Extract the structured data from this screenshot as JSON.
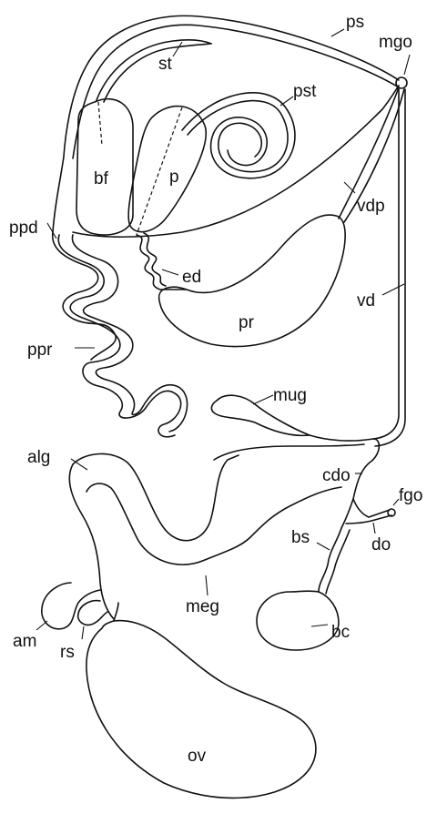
{
  "labels": {
    "ps": "ps",
    "mgo": "mgo",
    "st": "st",
    "pst": "pst",
    "bf": "bf",
    "p": "p",
    "vdp": "vdp",
    "ppd": "ppd",
    "ed": "ed",
    "vd": "vd",
    "pr": "pr",
    "ppr": "ppr",
    "mug": "mug",
    "alg": "alg",
    "cdo": "cdo",
    "fgo": "fgo",
    "bs": "bs",
    "do": "do",
    "meg": "meg",
    "am": "am",
    "bc": "bc",
    "rs": "rs",
    "ov": "ov"
  }
}
